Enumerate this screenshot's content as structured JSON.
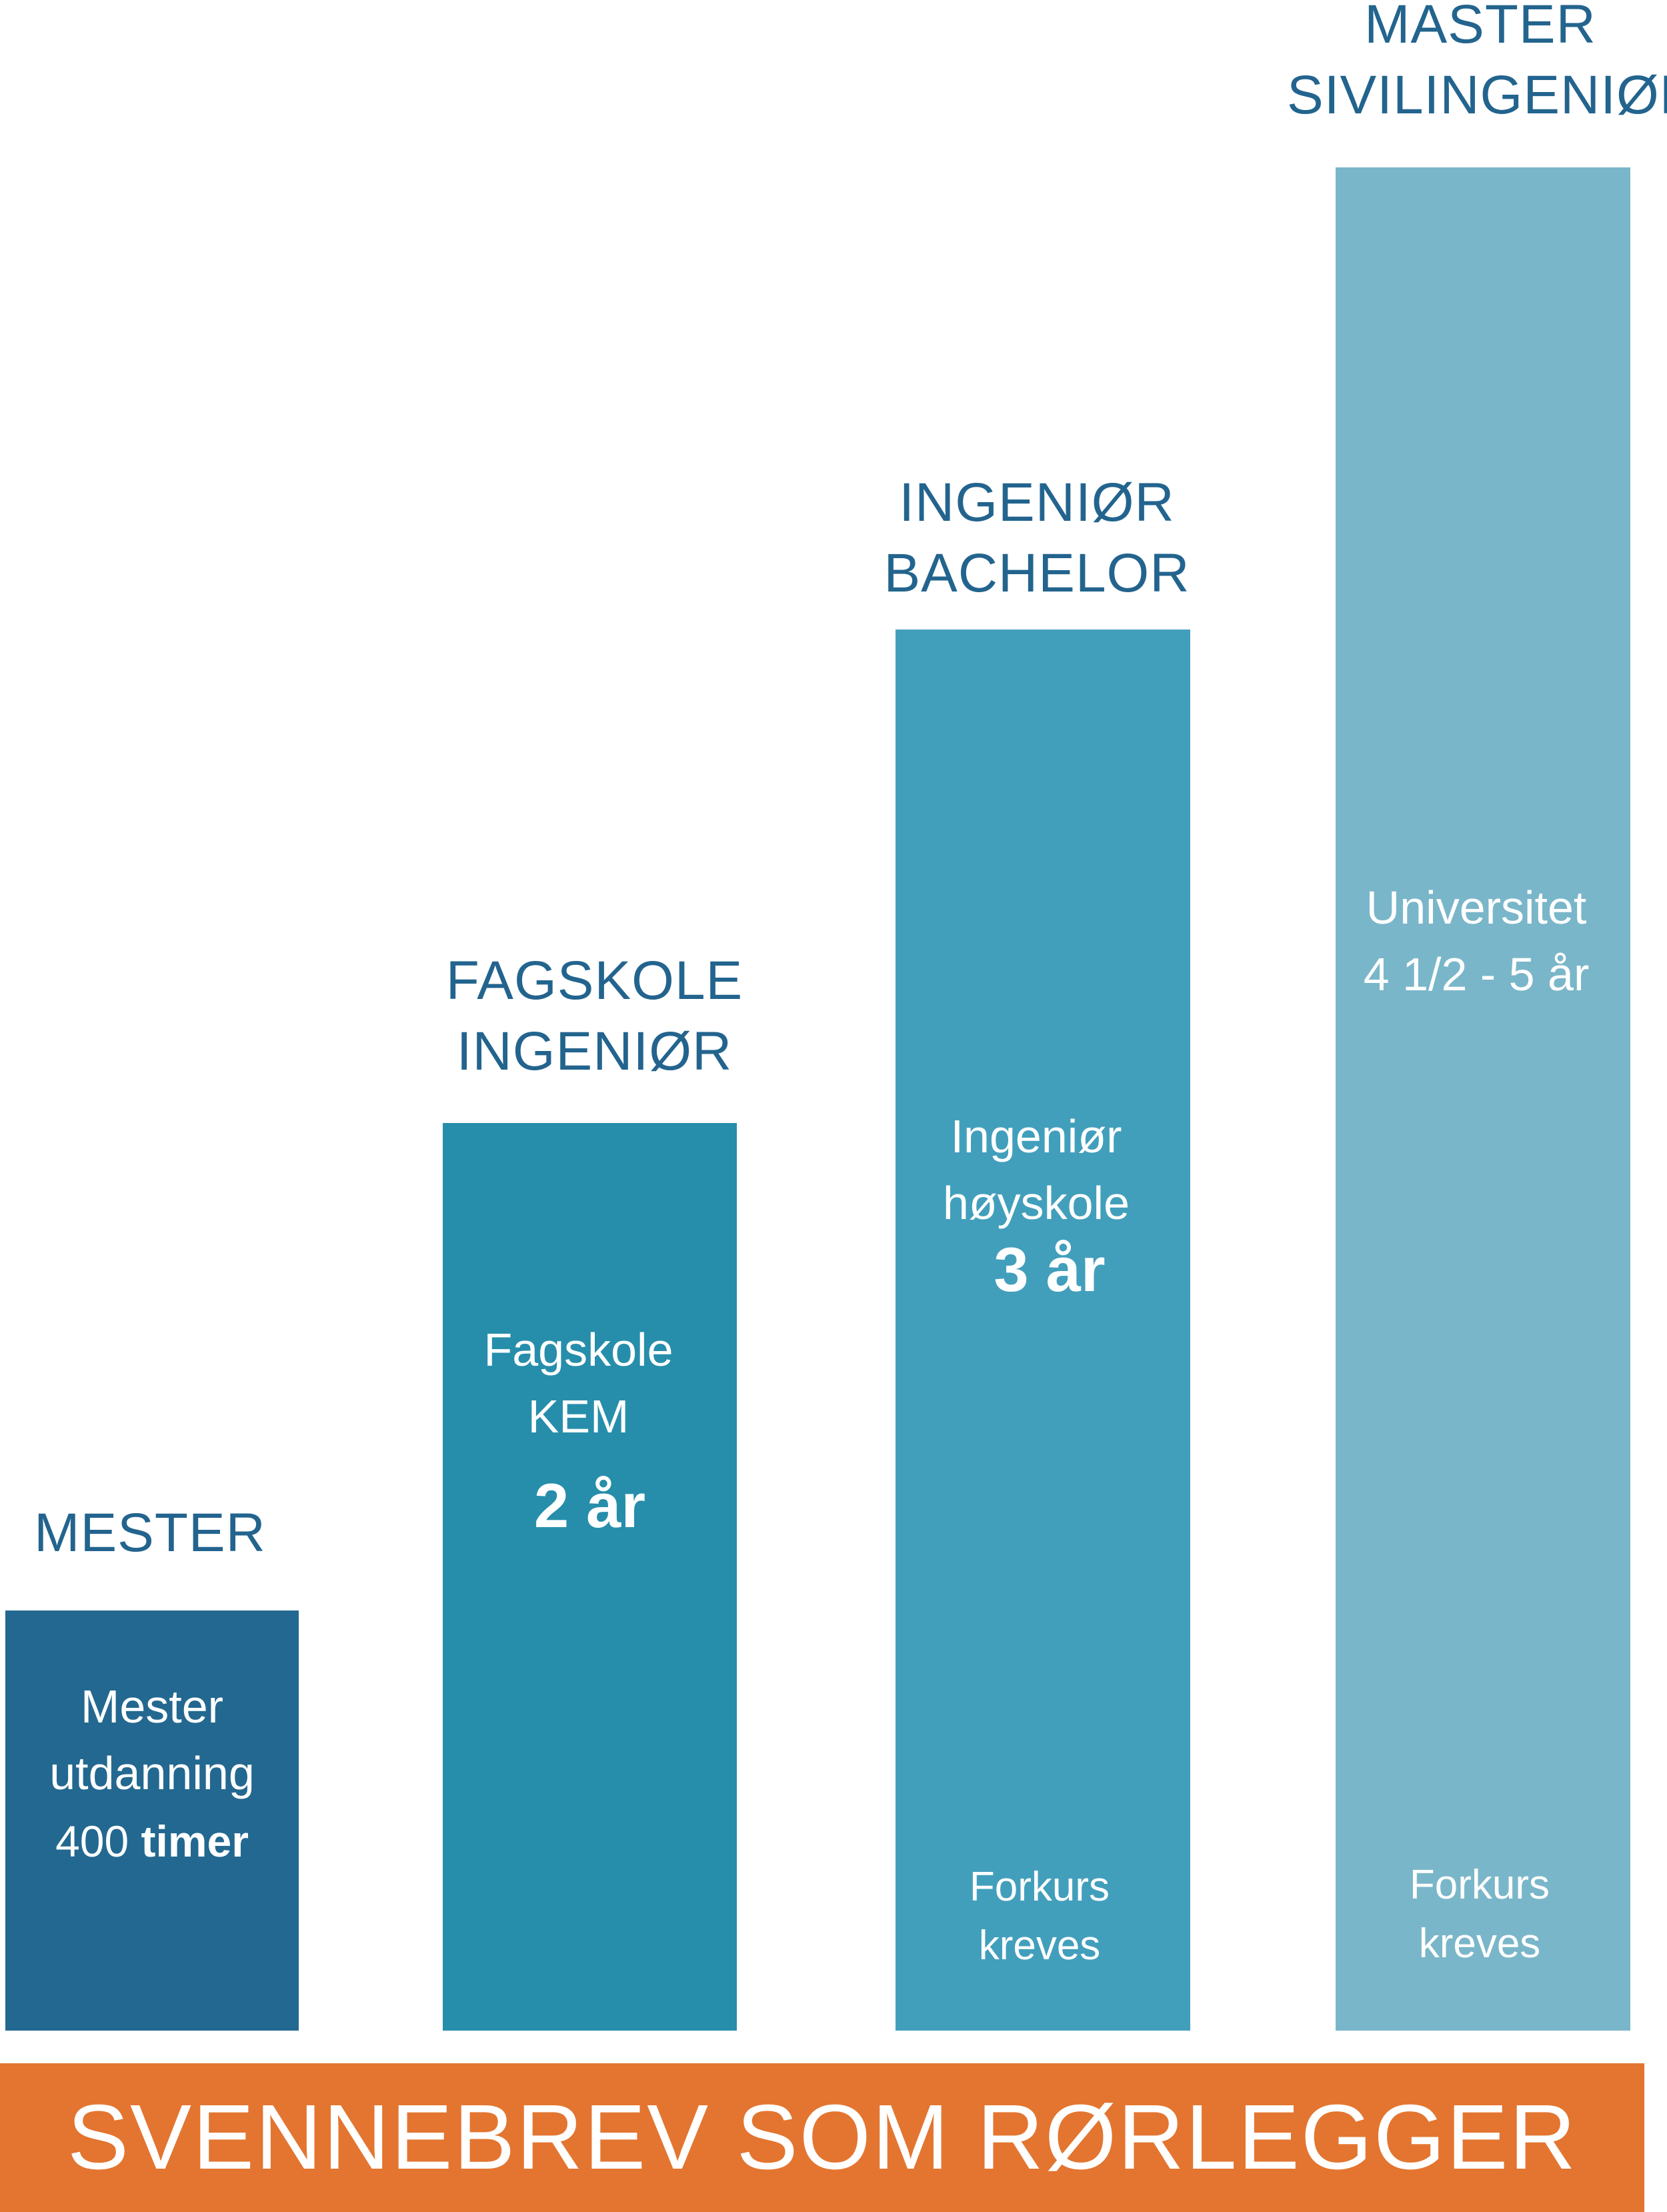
{
  "columns": [
    {
      "title_lines": [
        "MESTER"
      ],
      "bar_color": "#236890",
      "desc_lines": [
        "Mester",
        "utdanning"
      ],
      "hours_num": "400",
      "hours_unit": "timer"
    },
    {
      "title_lines": [
        "FAGSKOLE",
        "INGENIØR"
      ],
      "bar_color": "#268eab",
      "desc_lines": [
        "Fagskole",
        "KEM"
      ],
      "duration": "2 år"
    },
    {
      "title_lines": [
        "INGENIØR",
        "BACHELOR"
      ],
      "bar_color": "#429fbc",
      "desc_lines": [
        "Ingeniør",
        "høyskole"
      ],
      "duration": "3 år",
      "note_lines": [
        "Forkurs",
        "kreves"
      ]
    },
    {
      "title_lines": [
        "MASTER",
        "SIVILINGENIØR"
      ],
      "bar_color": "#7ab6c9",
      "desc_lines": [
        "Universitet",
        "4 1/2 - 5 år"
      ],
      "note_lines": [
        "Forkurs",
        "kreves"
      ]
    }
  ],
  "base_label": "SVENNEBREV SOM RØRLEGGER",
  "colors": {
    "title_text": "#23648e",
    "base": "#e37530",
    "bar_text": "#ffffff"
  }
}
